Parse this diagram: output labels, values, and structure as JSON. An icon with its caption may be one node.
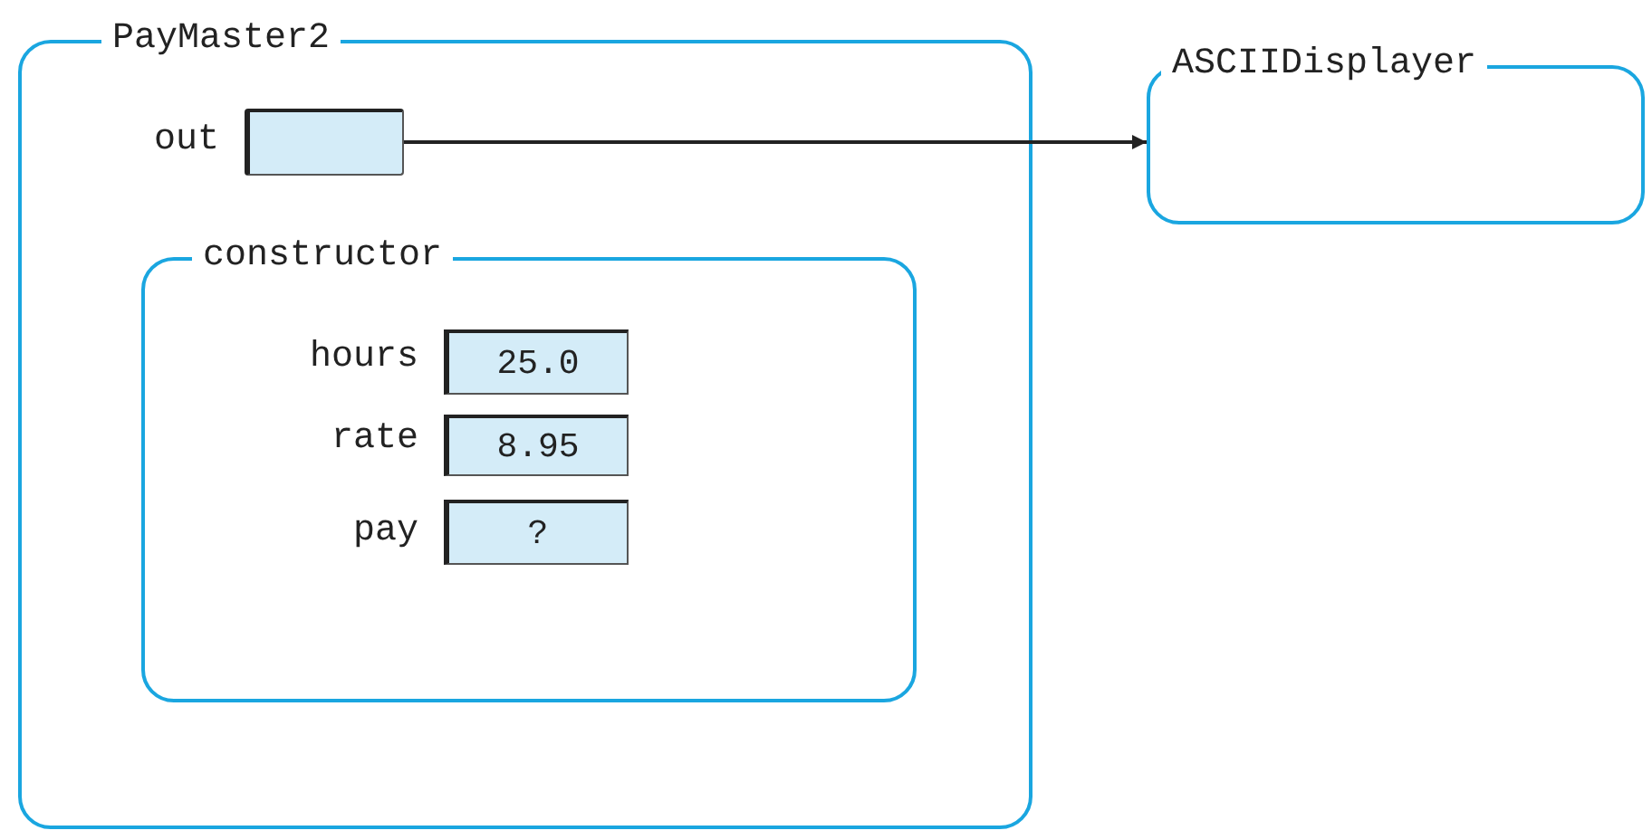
{
  "diagram": {
    "nodes": [
      {
        "text": [
          "PayMaster2"
        ]
      },
      {
        "text": [],
        "shape": "box",
        "in": 0,
        "beside": [
          "out"
        ]
      },
      {
        "text": [
          "ASCIIDisplayer"
        ]
      },
      {
        "text": [
          "constructor"
        ],
        "in": 0
      },
      {
        "text": [
          "25.0"
        ],
        "in": 3,
        "beside": [
          "hours"
        ]
      },
      {
        "text": [
          "8.95"
        ],
        "in": 3,
        "beside": [
          "rate"
        ]
      },
      {
        "text": [
          "?"
        ],
        "in": 3,
        "beside": [
          "pay"
        ]
      }
    ],
    "edges": [
      {
        "from": 1,
        "to": 2,
        "arrow": "to"
      }
    ]
  }
}
